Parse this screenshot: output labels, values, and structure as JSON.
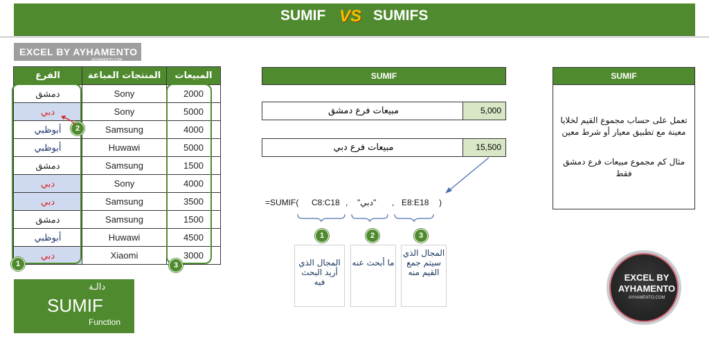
{
  "banner": {
    "left": "SUMIF",
    "vs": "VS",
    "right": "SUMIFS"
  },
  "brand": {
    "title": "EXCEL BY AYHAMENTO",
    "sub": "AYHAMENTO.COM"
  },
  "table": {
    "headers": {
      "branch": "الفرع",
      "products": "المنتجات المباعة",
      "sales": "المبيعات"
    },
    "rows": [
      {
        "branch": "دمشق",
        "product": "Sony",
        "sales": "2000"
      },
      {
        "branch": "دبي",
        "product": "Sony",
        "sales": "5000"
      },
      {
        "branch": "أبوظبي",
        "product": "Samsung",
        "sales": "4000"
      },
      {
        "branch": "أبوظبي",
        "product": "Huwawi",
        "sales": "5000"
      },
      {
        "branch": "دمشق",
        "product": "Samsung",
        "sales": "1500"
      },
      {
        "branch": "دبي",
        "product": "Sony",
        "sales": "4000"
      },
      {
        "branch": "دبي",
        "product": "Samsung",
        "sales": "3500"
      },
      {
        "branch": "دمشق",
        "product": "Samsung",
        "sales": "1500"
      },
      {
        "branch": "أبوظبي",
        "product": "Huwawi",
        "sales": "4500"
      },
      {
        "branch": "دبي",
        "product": "Xiaomi",
        "sales": "3000"
      }
    ]
  },
  "markers": {
    "one": "1",
    "two": "2",
    "three": "3"
  },
  "func_box": {
    "arabic": "دالـة",
    "name": "SUMIF",
    "sub": "Function"
  },
  "middle": {
    "header": "SUMIF",
    "row1": {
      "label": "مبيعات فرع دمشق",
      "value": "5,000"
    },
    "row2": {
      "label": "مبيعات فرع دبي",
      "value": "15,500"
    },
    "formula": {
      "start": "=SUMIF(",
      "range": "C8:C18",
      "comma1": ",",
      "criteria": "\"دبي\"",
      "comma2": ",",
      "sum_range": "E8:E18",
      "end": ")"
    },
    "notes": [
      "المجال الذي أريد البحث فيه",
      "ما أبحث عنه",
      "المجال الذي سيتم جمع القيم منه"
    ]
  },
  "right": {
    "header": "SUMIF",
    "line1": "تعمل على حساب مجموع القيم لخلايا معينة مع تطبيق معيار أو شرط معين",
    "line2": "مثال كم مجموع مبيعات فرع دمشق فقط"
  },
  "logo": {
    "line1": "EXCEL BY",
    "line2": "AYHAMENTO",
    "line3": "AYHAMENTO.COM"
  },
  "colors": {
    "green": "#4f8a2e",
    "dubai_bg": "#cfdaf0",
    "dubai_text": "#d62020",
    "value_bg": "#d9e7c7"
  }
}
